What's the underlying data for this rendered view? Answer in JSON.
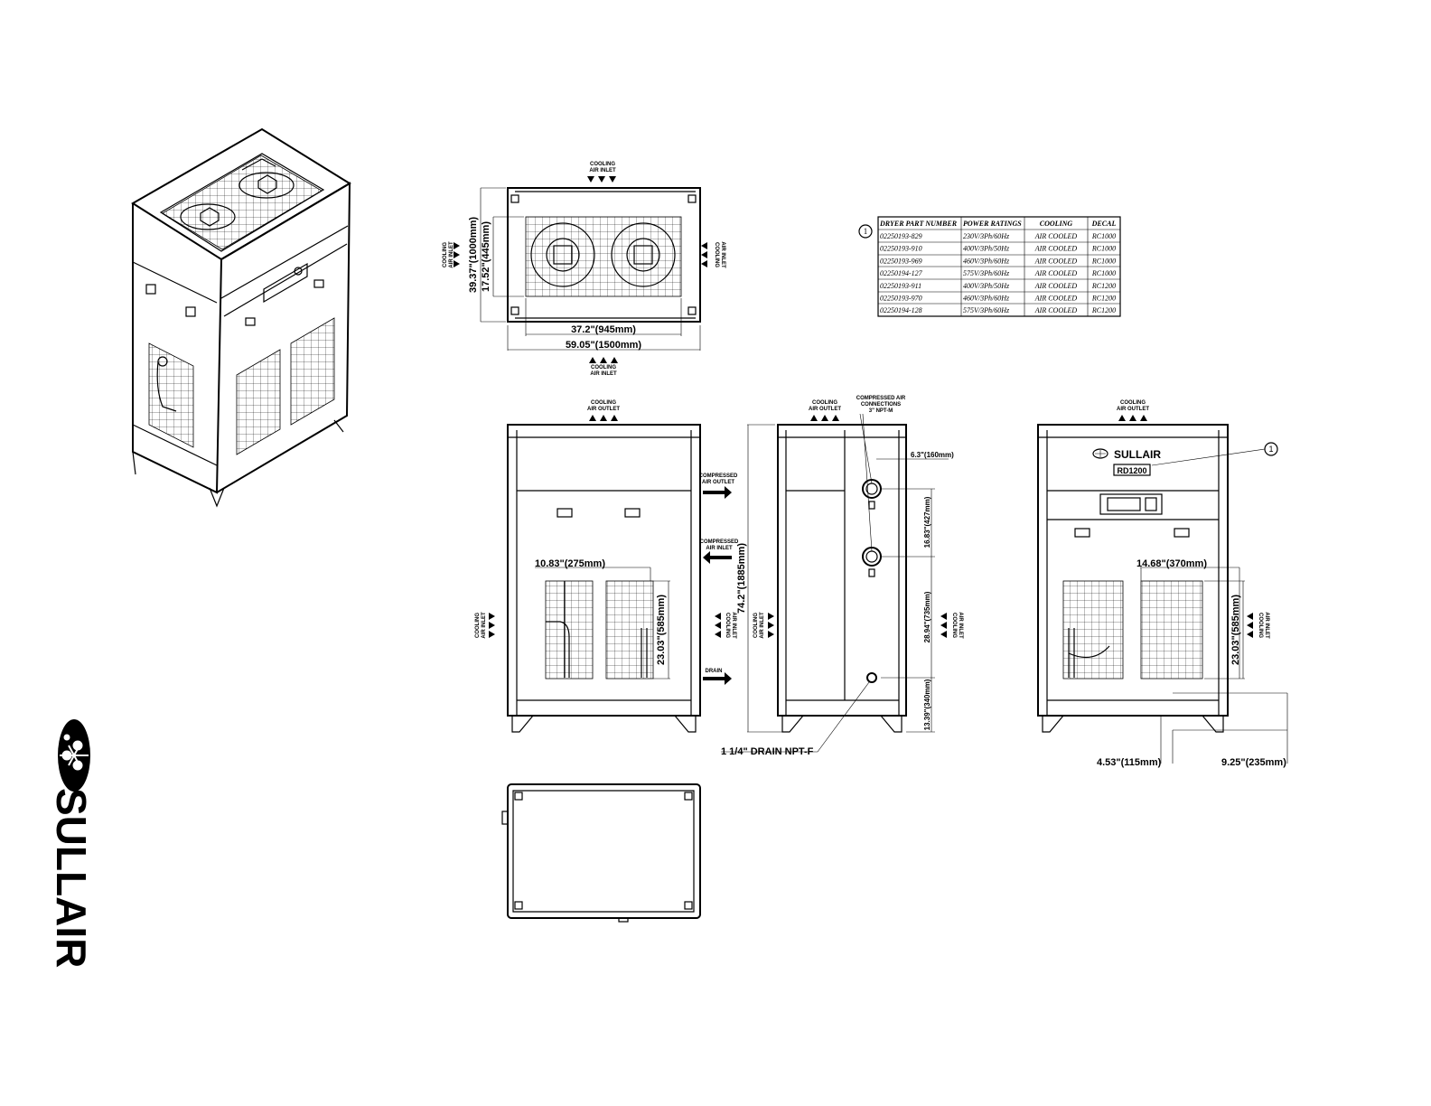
{
  "labels": {
    "cooling_air_inlet": [
      "COOLING",
      "AIR INLET"
    ],
    "cooling_air_outlet": [
      "COOLING",
      "AIR OUTLET"
    ],
    "compressed_air_outlet": [
      "COMPRESSED",
      "AIR OUTLET"
    ],
    "compressed_air_inlet": [
      "COMPRESSED",
      "AIR INLET"
    ],
    "compressed_air_connections": [
      "COMPRESSED AIR",
      "CONNECTIONS",
      "3\" NPT-M"
    ],
    "drain": "DRAIN",
    "drain_connection": "1 1/4\" DRAIN NPT-F"
  },
  "dimensions": {
    "top_depth_total": "39.37\"(1000mm)",
    "top_depth_grid": "17.52\"(445mm)",
    "top_width_grid": "37.2\"(945mm)",
    "top_width_total": "59.05\"(1500mm)",
    "front_opening_width": "10.83\"(275mm)",
    "front_opening_height": "23.03\"(585mm)",
    "overall_height": "74.2\"(1885mm)",
    "side_top_offset": "6.3\"(160mm)",
    "side_conn_spacing": "16.83\"(427mm)",
    "side_mid_height": "28.94\"(735mm)",
    "side_drain_height": "13.39\"(340mm)",
    "rear_opening_width": "14.68\"(370mm)",
    "rear_opening_height": "23.03\"(585mm)",
    "rear_foot_offset": "4.53\"(115mm)",
    "rear_foot_span": "9.25\"(235mm)"
  },
  "callout_number": "1",
  "decal_brand": "SULLAIR",
  "decal_model": "RD1200",
  "logo_text": "SULLAIR",
  "parts_table": {
    "headers": [
      "DRYER PART NUMBER",
      "POWER RATINGS",
      "COOLING",
      "DECAL"
    ],
    "rows": [
      [
        "02250193-829",
        "230V/3Ph/60Hz",
        "AIR COOLED",
        "RC1000"
      ],
      [
        "02250193-910",
        "400V/3Ph/50Hz",
        "AIR COOLED",
        "RC1000"
      ],
      [
        "02250193-969",
        "460V/3Ph/60Hz",
        "AIR COOLED",
        "RC1000"
      ],
      [
        "02250194-127",
        "575V/3Ph/60Hz",
        "AIR COOLED",
        "RC1000"
      ],
      [
        "02250193-911",
        "400V/3Ph/50Hz",
        "AIR COOLED",
        "RC1200"
      ],
      [
        "02250193-970",
        "460V/3Ph/60Hz",
        "AIR COOLED",
        "RC1200"
      ],
      [
        "02250194-128",
        "575V/3Ph/60Hz",
        "AIR COOLED",
        "RC1200"
      ]
    ]
  }
}
